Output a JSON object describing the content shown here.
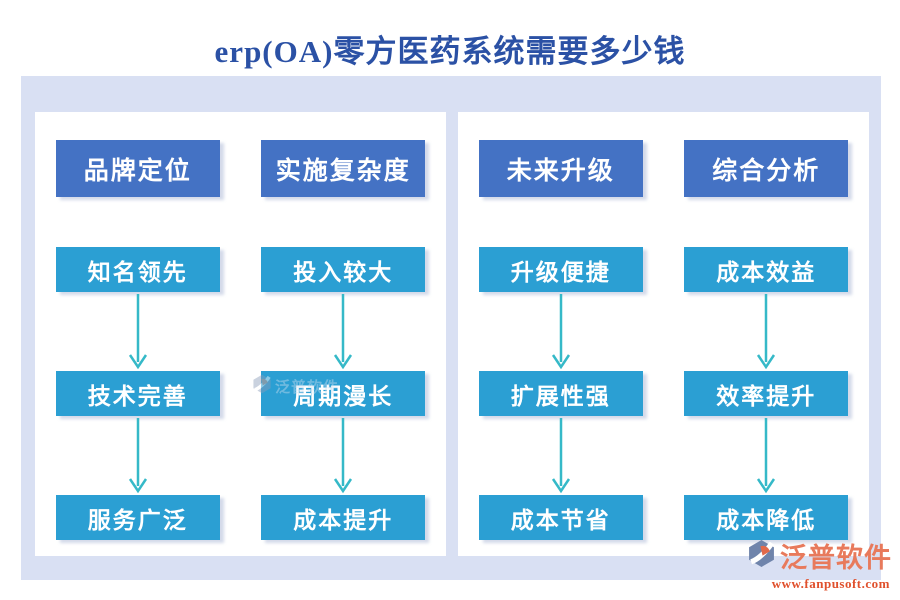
{
  "title": "erp(OA)零方医药系统需要多少钱",
  "colors": {
    "title_text": "#2b51a5",
    "frame_background": "#d9e0f3",
    "header_box": "#4472c4",
    "item_box": "#2b9fd3",
    "arrow": "#35b9c8",
    "logo_name": "#e87a5c",
    "logo_url": "#e0512d"
  },
  "panels": [
    {
      "columns": [
        {
          "header": "品牌定位",
          "items": [
            "知名领先",
            "技术完善",
            "服务广泛"
          ]
        },
        {
          "header": "实施复杂度",
          "items": [
            "投入较大",
            "周期漫长",
            "成本提升"
          ]
        }
      ]
    },
    {
      "columns": [
        {
          "header": "未来升级",
          "items": [
            "升级便捷",
            "扩展性强",
            "成本节省"
          ]
        },
        {
          "header": "综合分析",
          "items": [
            "成本效益",
            "效率提升",
            "成本降低"
          ]
        }
      ]
    }
  ],
  "watermark": {
    "text": "泛普软件"
  },
  "footer_logo": {
    "name": "泛普软件",
    "url": "www.fanpusoft.com"
  }
}
